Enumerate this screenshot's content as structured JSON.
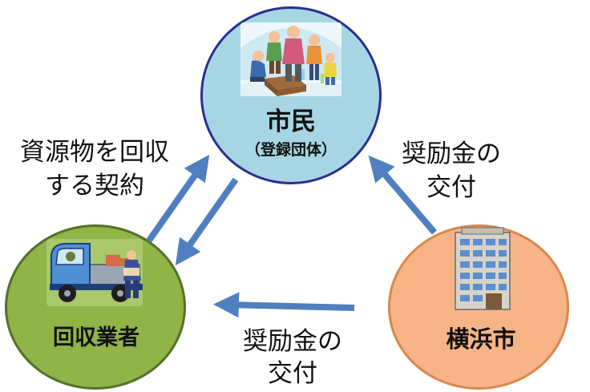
{
  "nodes": {
    "citizens": {
      "title": "市民",
      "subtitle": "（登録団体）"
    },
    "collector": {
      "title": "回収業者"
    },
    "city": {
      "title": "横浜市"
    }
  },
  "edges": {
    "contract": {
      "line1": "資源物を回収",
      "line2": "する契約"
    },
    "grant_to_citizens": {
      "line1": "奨励金の",
      "line2": "交付"
    },
    "grant_to_collector": {
      "line1": "奨励金の",
      "line2": "交付"
    }
  },
  "colors": {
    "citizens_fill": "#a6d6e3",
    "citizens_border": "#2a2f8f",
    "collector_fill": "#8fb447",
    "collector_border": "#55702a",
    "city_fill": "#f7b487",
    "city_border": "#d8874d",
    "arrow": "#4f7fbf"
  },
  "icons": {
    "citizens": "family-recycling-illustration",
    "collector": "recycling-truck-illustration",
    "city": "city-hall-building-illustration"
  }
}
